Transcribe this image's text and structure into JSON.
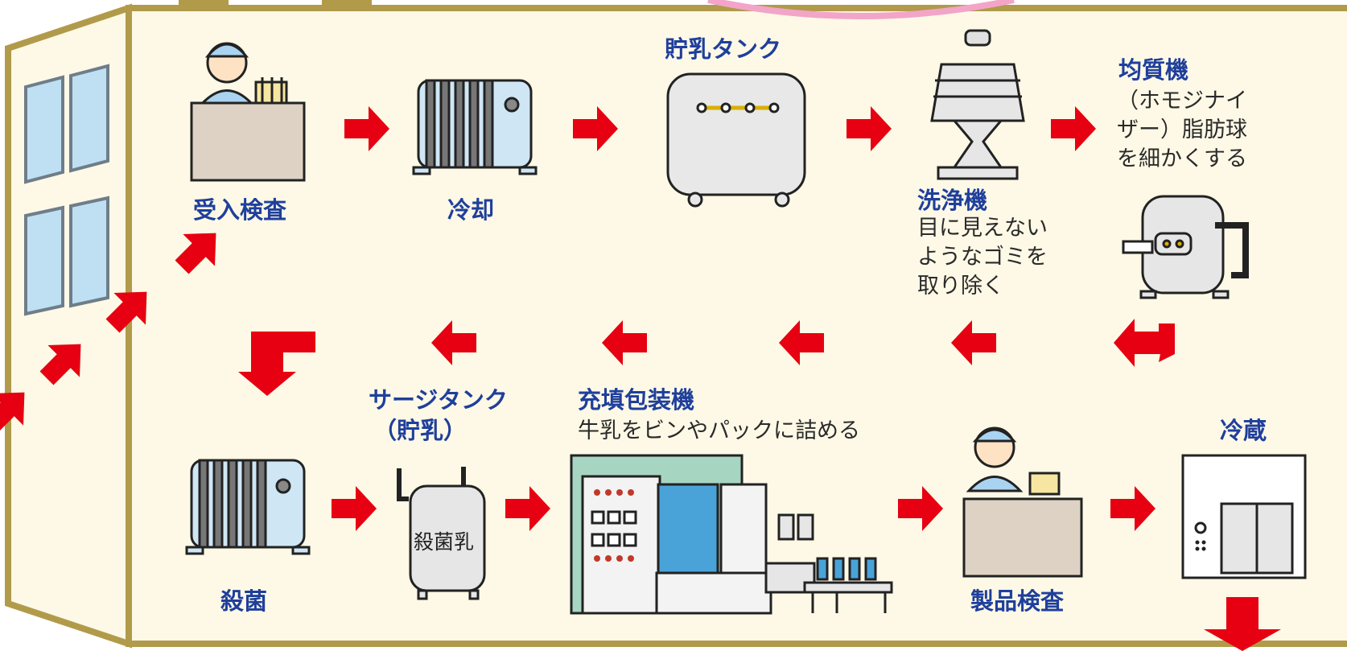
{
  "steps": {
    "inspection_in": "受入検査",
    "cooling1": "冷却",
    "storage_tank": "貯乳タンク",
    "cleaner": {
      "title": "洗浄機",
      "desc": [
        "目に見えない",
        "ようなゴミを",
        "取り除く"
      ]
    },
    "homogenizer": {
      "title": "均質機",
      "desc": [
        "（ホモジナイ",
        "ザー）脂肪球",
        "を細かくする"
      ]
    },
    "sterilize": "殺菌",
    "surge_tank": {
      "title": "サージタンク",
      "sub": "（貯乳）",
      "tank_text": "殺菌乳"
    },
    "filling": {
      "title": "充填包装機",
      "desc": "牛乳をビンやパックに詰める"
    },
    "inspection_out": "製品検査",
    "refrigerate": "冷蔵"
  },
  "colors": {
    "arrow": "#e60012",
    "wall": "#fdf9e6",
    "border": "#b19a4a",
    "label": "#1f3f9c",
    "window": "#bfe0f2",
    "machine": "#cfe6f5",
    "pink_ring": "#f2a5c8"
  }
}
